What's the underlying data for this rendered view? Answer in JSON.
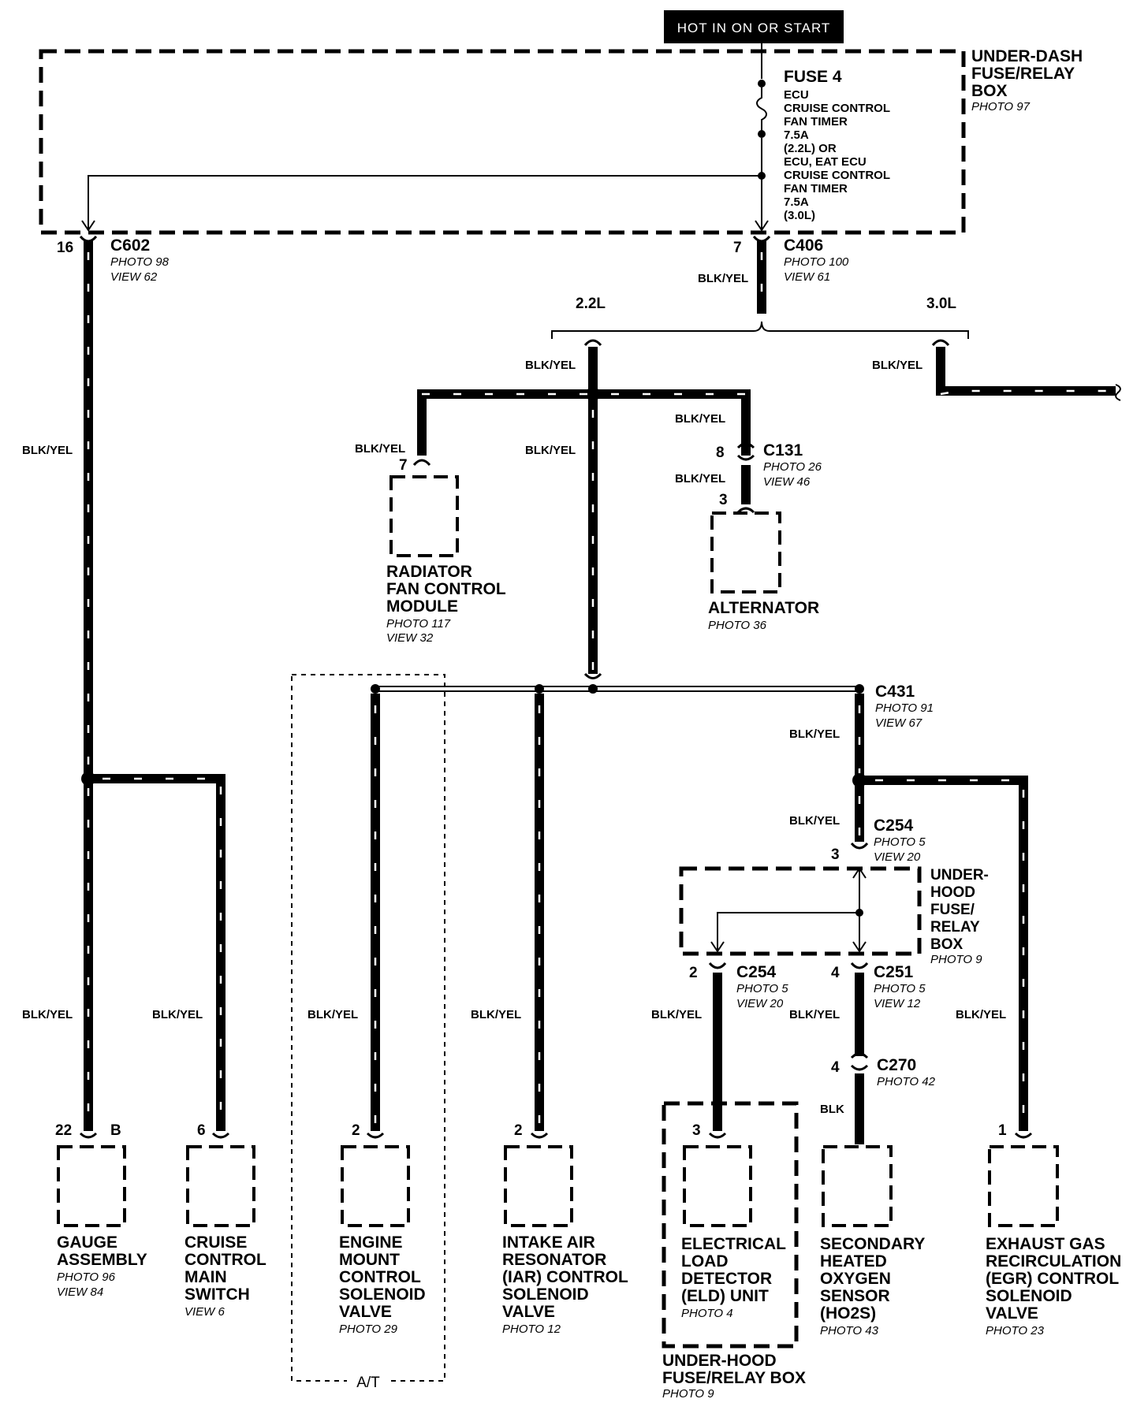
{
  "power": {
    "label": "HOT IN ON OR START"
  },
  "fuse_box": {
    "title_lines": [
      "UNDER-DASH",
      "FUSE/RELAY",
      "BOX"
    ],
    "photo": "PHOTO 97",
    "fuse_label": "FUSE 4",
    "fuse_desc": [
      "ECU",
      "CRUISE CONTROL",
      "FAN TIMER",
      "7.5A",
      "(2.2L) OR",
      "ECU, EAT ECU",
      "CRUISE CONTROL",
      "FAN TIMER",
      "7.5A",
      "(3.0L)"
    ]
  },
  "connectors": {
    "c602": {
      "pin": "16",
      "name": "C602",
      "photo": "PHOTO 98",
      "view": "VIEW 62"
    },
    "c406": {
      "pin": "7",
      "name": "C406",
      "photo": "PHOTO 100",
      "view": "VIEW 61"
    },
    "c131": {
      "pin_top": "8",
      "pin_bottom": "3",
      "name": "C131",
      "photo": "PHOTO 26",
      "view": "VIEW 46"
    },
    "c431": {
      "name": "C431",
      "photo": "PHOTO 91",
      "view": "VIEW 67"
    },
    "c254_in": {
      "pin": "3",
      "name": "C254",
      "photo": "PHOTO 5",
      "view": "VIEW 20"
    },
    "c254_out": {
      "pin": "2",
      "name": "C254",
      "photo": "PHOTO 5",
      "view": "VIEW 20"
    },
    "c251": {
      "pin": "4",
      "name": "C251",
      "photo": "PHOTO 5",
      "view": "VIEW 12"
    },
    "c270": {
      "pin": "4",
      "name": "C270",
      "photo": "PHOTO 42"
    }
  },
  "engine_options": {
    "left": "2.2L",
    "right": "3.0L"
  },
  "wire_color": "BLK/YEL",
  "wire_color_blk": "BLK",
  "underhood_box": {
    "lines": [
      "UNDER-",
      "HOOD",
      "FUSE/",
      "RELAY",
      "BOX"
    ],
    "photo": "PHOTO 9"
  },
  "components": {
    "radiator": {
      "pin": "7",
      "lines": [
        "RADIATOR",
        "FAN CONTROL",
        "MODULE"
      ],
      "photo": "PHOTO 117",
      "view": "VIEW 32"
    },
    "alternator": {
      "lines": [
        "ALTERNATOR"
      ],
      "photo": "PHOTO 36"
    },
    "gauge": {
      "pin": "22",
      "pin2": "B",
      "lines": [
        "GAUGE",
        "ASSEMBLY"
      ],
      "photo": "PHOTO 96",
      "view": "VIEW 84"
    },
    "cruise": {
      "pin": "6",
      "lines": [
        "CRUISE",
        "CONTROL",
        "MAIN",
        "SWITCH"
      ],
      "view": "VIEW 6"
    },
    "engine_mount": {
      "pin": "2",
      "lines": [
        "ENGINE",
        "MOUNT",
        "CONTROL",
        "SOLENOID",
        "VALVE"
      ],
      "photo": "PHOTO 29"
    },
    "iar": {
      "pin": "2",
      "lines": [
        "INTAKE AIR",
        "RESONATOR",
        "(IAR) CONTROL",
        "SOLENOID",
        "VALVE"
      ],
      "photo": "PHOTO 12"
    },
    "eld": {
      "pin": "3",
      "lines": [
        "ELECTRICAL",
        "LOAD",
        "DETECTOR",
        "(ELD) UNIT"
      ],
      "photo": "PHOTO 4"
    },
    "eld_box": {
      "lines": [
        "UNDER-HOOD",
        "FUSE/RELAY BOX"
      ],
      "photo": "PHOTO 9"
    },
    "ho2s": {
      "lines": [
        "SECONDARY",
        "HEATED",
        "OXYGEN",
        "SENSOR",
        "(HO2S)"
      ],
      "photo": "PHOTO 43"
    },
    "egr": {
      "pin": "1",
      "lines": [
        "EXHAUST GAS",
        "RECIRCULATION",
        "(EGR) CONTROL",
        "SOLENOID",
        "VALVE"
      ],
      "photo": "PHOTO 23"
    }
  },
  "at_label": "A/T"
}
